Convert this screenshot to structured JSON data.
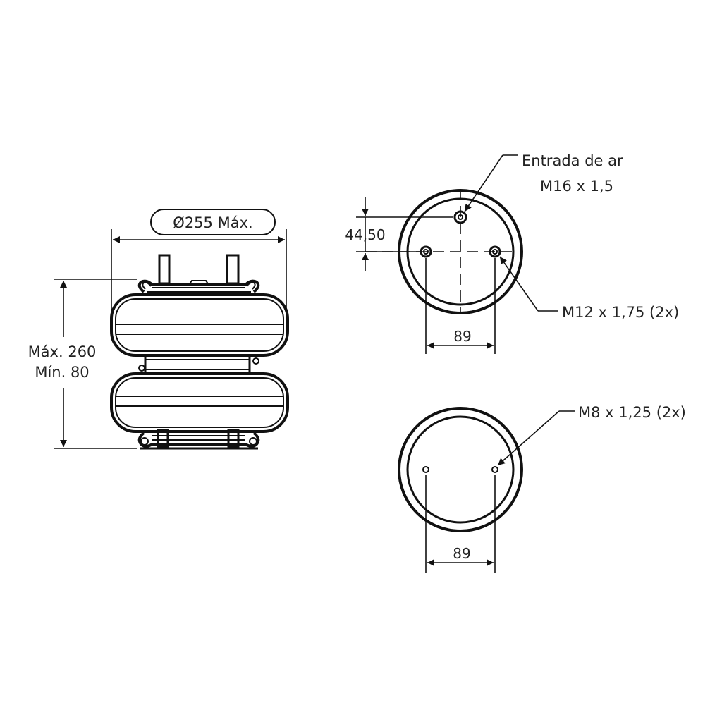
{
  "side_view": {
    "diameter_label": "Ø255 Máx.",
    "height_max_label": "Máx. 260",
    "height_min_label": "Mín. 80"
  },
  "top_view": {
    "offset_label": "44,50",
    "air_inlet_label": "Entrada de ar",
    "air_inlet_thread": "M16 x 1,5",
    "bolt_thread": "M12 x 1,75 (2x)",
    "bolt_spacing": "89"
  },
  "bottom_view": {
    "bolt_thread": "M8 x 1,25 (2x)",
    "bolt_spacing": "89"
  }
}
